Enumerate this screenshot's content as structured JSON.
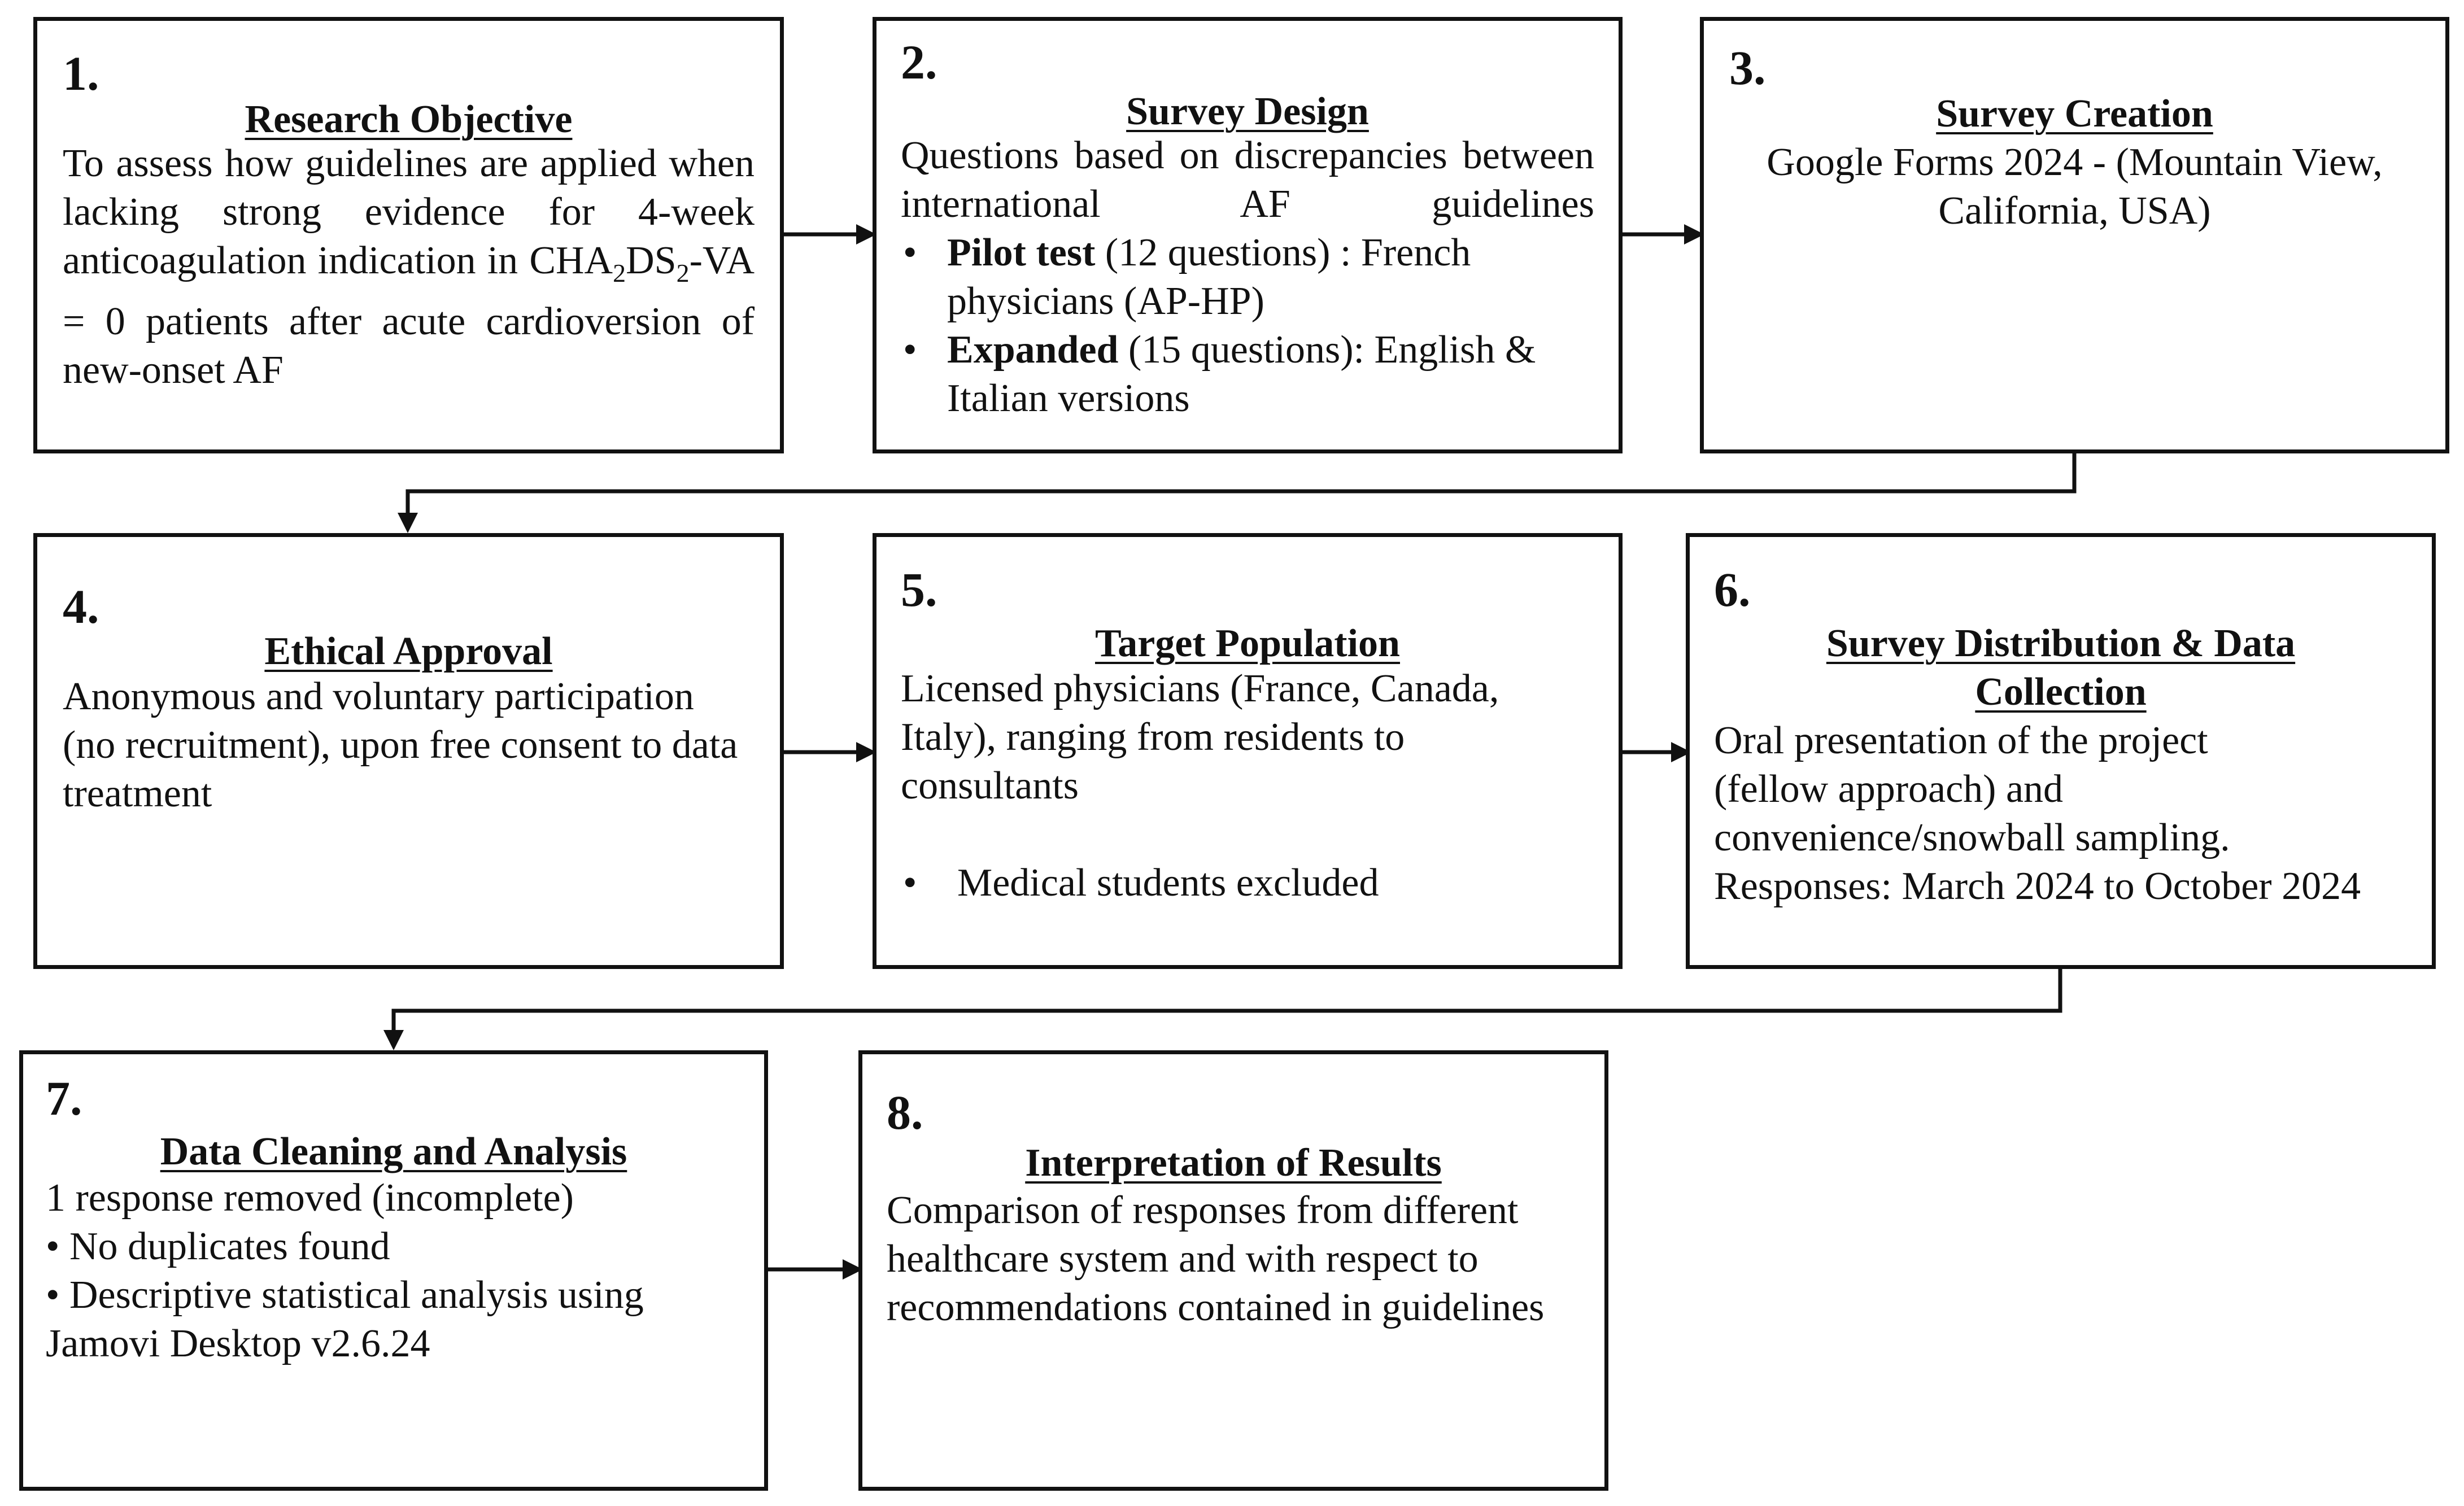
{
  "steps": [
    {
      "number": "1.",
      "title": "Research Objective",
      "text_pre": "To assess how guidelines are applied when lacking strong evidence for 4-week anticoagulation indication in CHA",
      "sub1": "2",
      "text_mid": "DS",
      "sub2": "2",
      "text_post": "-VA = 0 patients after acute cardioversion of new-onset AF"
    },
    {
      "number": "2.",
      "title": "Survey Design",
      "intro": "Questions based on discrepancies between international AF guidelines",
      "bullets": [
        {
          "bold": "Pilot test",
          "rest": " (12 questions) : French physicians (AP-HP)"
        },
        {
          "bold": "Expanded",
          "rest": " (15 questions): English & Italian versions"
        }
      ]
    },
    {
      "number": "3.",
      "title": "Survey Creation",
      "text": "Google Forms 2024 - (Mountain View, California, USA)"
    },
    {
      "number": "4.",
      "title": "Ethical Approval",
      "text": "Anonymous and voluntary participation (no recruitment), upon free consent to data treatment"
    },
    {
      "number": "5.",
      "title": "Target Population",
      "text": "Licensed physicians (France, Canada, Italy), ranging from residents to consultants",
      "bullets": [
        "Medical students excluded"
      ]
    },
    {
      "number": "6.",
      "title": "Survey Distribution & Data Collection",
      "text": "Oral presentation of the project (fellow approach) and convenience/snowball sampling.",
      "text2": "Responses: March 2024 to October 2024"
    },
    {
      "number": "7.",
      "title": "Data Cleaning and Analysis",
      "text": "1 response removed (incomplete)",
      "bullets": [
        "• No duplicates found",
        "• Descriptive statistical analysis using"
      ],
      "text2": "Jamovi Desktop v2.6.24"
    },
    {
      "number": "8.",
      "title": "Interpretation of Results",
      "text": "Comparison of responses from different healthcare system and with respect to recommendations contained in guidelines"
    }
  ]
}
